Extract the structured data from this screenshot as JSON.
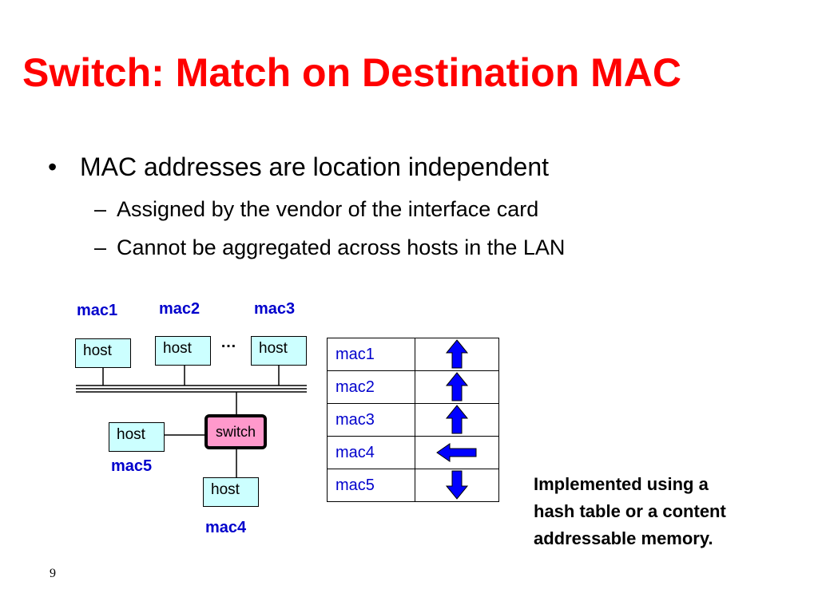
{
  "slide": {
    "title": "Switch: Match on Destination MAC",
    "bullet": "MAC addresses are location independent",
    "bullet_glyph": "•",
    "dash_glyph": "–",
    "subbullets": [
      "Assigned by the vendor of the interface card",
      "Cannot be aggregated across hosts in the LAN"
    ],
    "slide_number": "9"
  },
  "diagram": {
    "mac_labels": {
      "mac1": "mac1",
      "mac2": "mac2",
      "mac3": "mac3",
      "mac4": "mac4",
      "mac5": "mac5"
    },
    "host_label": "host",
    "switch_label": "switch",
    "ellipsis": "…",
    "colors": {
      "host_fill": "#ccffff",
      "switch_fill": "#ff99cc",
      "mac_label": "#0000cc",
      "arrow": "#0000ff"
    }
  },
  "forwarding_table": {
    "rows": [
      {
        "mac": "mac1",
        "direction": "up"
      },
      {
        "mac": "mac2",
        "direction": "up"
      },
      {
        "mac": "mac3",
        "direction": "up"
      },
      {
        "mac": "mac4",
        "direction": "left"
      },
      {
        "mac": "mac5",
        "direction": "down"
      }
    ]
  },
  "note": {
    "lines": [
      "Implemented using a",
      "hash table or a content",
      "addressable memory."
    ]
  }
}
